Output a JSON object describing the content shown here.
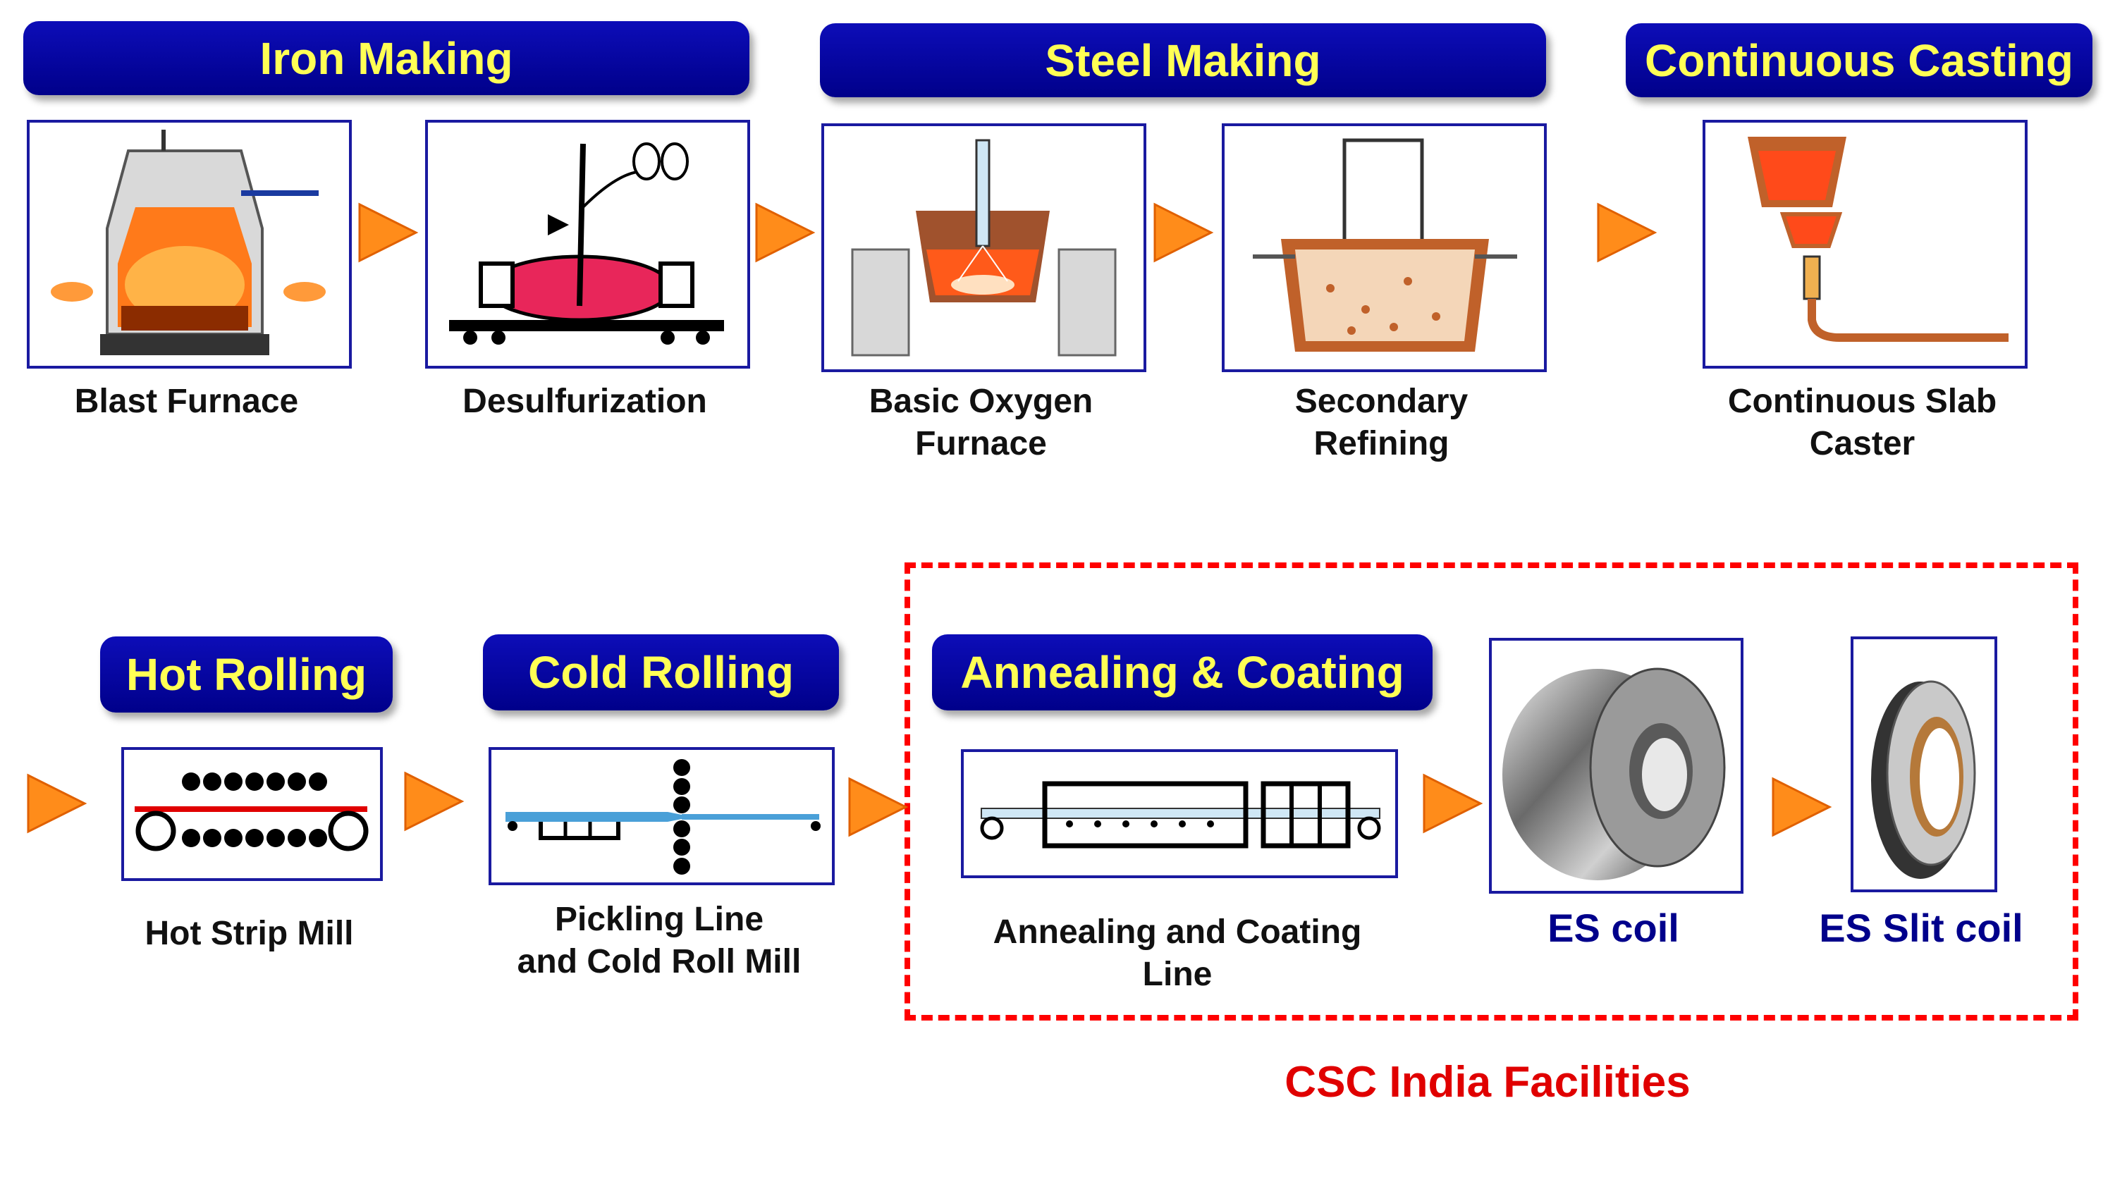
{
  "stages": {
    "iron_making": "Iron Making",
    "steel_making": "Steel Making",
    "continuous_casting": "Continuous Casting",
    "hot_rolling": "Hot Rolling",
    "cold_rolling": "Cold Rolling",
    "annealing_coating": "Annealing & Coating"
  },
  "captions": {
    "blast_furnace": "Blast Furnace",
    "desulfurization": "Desulfurization",
    "bof_line1": "Basic Oxygen",
    "bof_line2": "Furnace",
    "secondary_line1": "Secondary",
    "secondary_line2": "Refining",
    "caster_line1": "Continuous Slab",
    "caster_line2": "Caster",
    "hot_strip_mill": "Hot Strip Mill",
    "pickling_line1": "Pickling Line",
    "pickling_line2": "and Cold Roll Mill",
    "annealing_line1": "Annealing and Coating",
    "annealing_line2": "Line",
    "es_coil": "ES coil",
    "es_slit_coil": "ES Slit coil"
  },
  "facility_label": "CSC India Facilities",
  "colors": {
    "stage_bg": "#00008a",
    "stage_text": "#ffff55",
    "arrow": "#ff8c1a",
    "facility": "#e00000",
    "box_border": "#1a1aa0"
  }
}
